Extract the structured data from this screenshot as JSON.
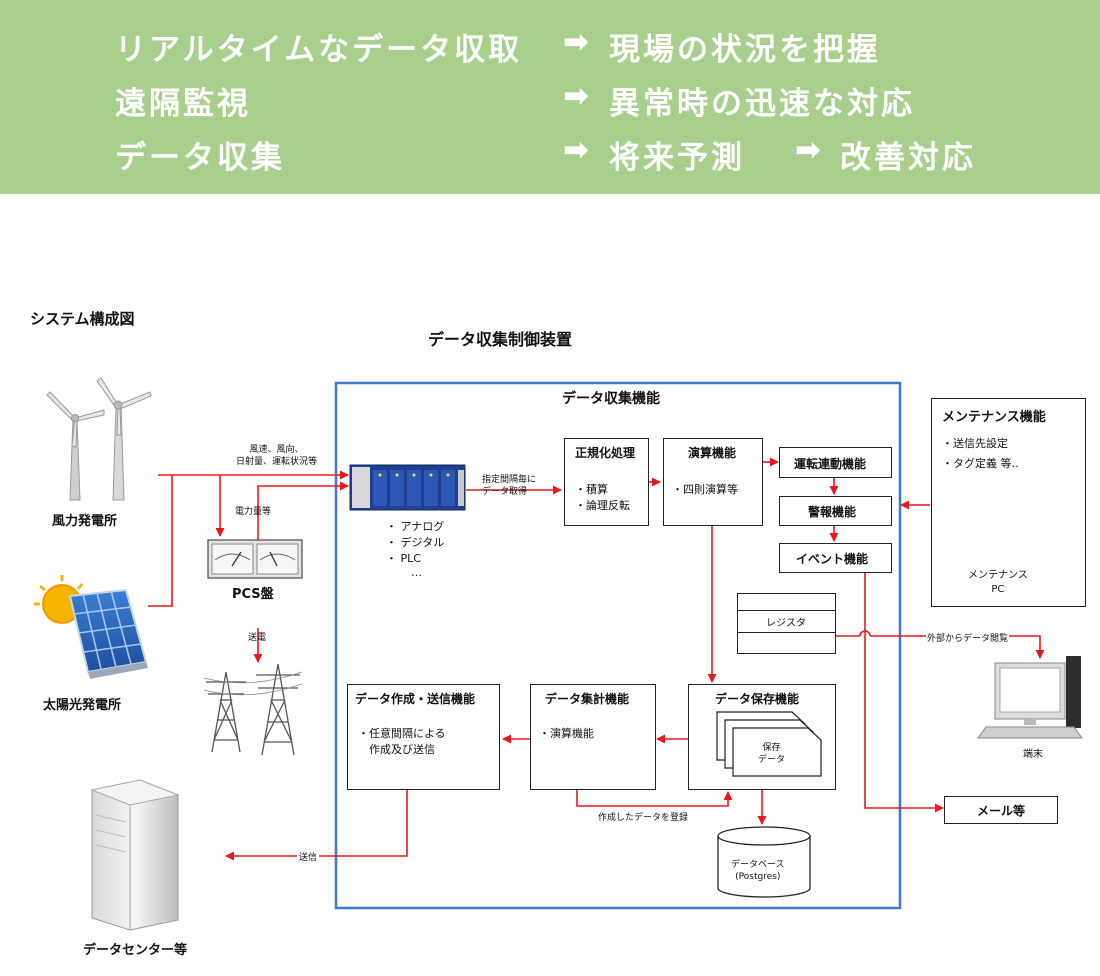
{
  "banner": {
    "row1_left": "リアルタイムなデータ収取",
    "row1_right": "現場の状況を把握",
    "row2_left": "遠隔監視",
    "row2_right": "異常時の迅速な対応",
    "row3_left": "データ収集",
    "row3_right_a": "将来予測",
    "row3_right_b": "改善対応",
    "arrow": "➡"
  },
  "diagram": {
    "section_title": "システム構成図",
    "device_title": "データ収集制御装置",
    "function_title": "データ収集機能",
    "wind_plant": "風力発電所",
    "solar_plant": "太陽光発電所",
    "pcs": "PCS盤",
    "power_amount": "電力量等",
    "transmission": "送電",
    "wind_inputs": "風速、風向、\n日射量、運転状況等",
    "plc_list": [
      "・ アナログ",
      "・ デジタル",
      "・ PLC",
      "…"
    ],
    "interval_note": "指定間隔毎に\nデータ取得",
    "normalize_title": "正規化処理",
    "normalize_items": [
      "・積算",
      "・論理反転"
    ],
    "calc_title": "演算機能",
    "calc_items": [
      "・四則演算等"
    ],
    "linked_op": "運転連動機能",
    "alarm": "警報機能",
    "event": "イベント機能",
    "register": "レジスタ",
    "maint_title": "メンテナンス機能",
    "maint_items": [
      "・送信先設定",
      "・タグ定義 等‥"
    ],
    "maint_pc": "メンテナンス\nPC",
    "external_view": "外部からデータ閲覧",
    "terminal": "端末",
    "create_send_title": "データ作成・送信機能",
    "create_send_items": [
      "・任意間隔による",
      "　作成及び送信"
    ],
    "aggregate_title": "データ集計機能",
    "aggregate_items": [
      "・演算機能"
    ],
    "storage_title": "データ保存機能",
    "stored_data": "保存\nデータ",
    "register_note": "作成したデータを登録",
    "database": "データベース\n(Postgres)",
    "send": "送信",
    "data_center": "データセンター等",
    "mail": "メール等"
  },
  "colors": {
    "banner": "#a9cf8d",
    "arrow": "#e8191c",
    "frame": "#3f78c8"
  }
}
